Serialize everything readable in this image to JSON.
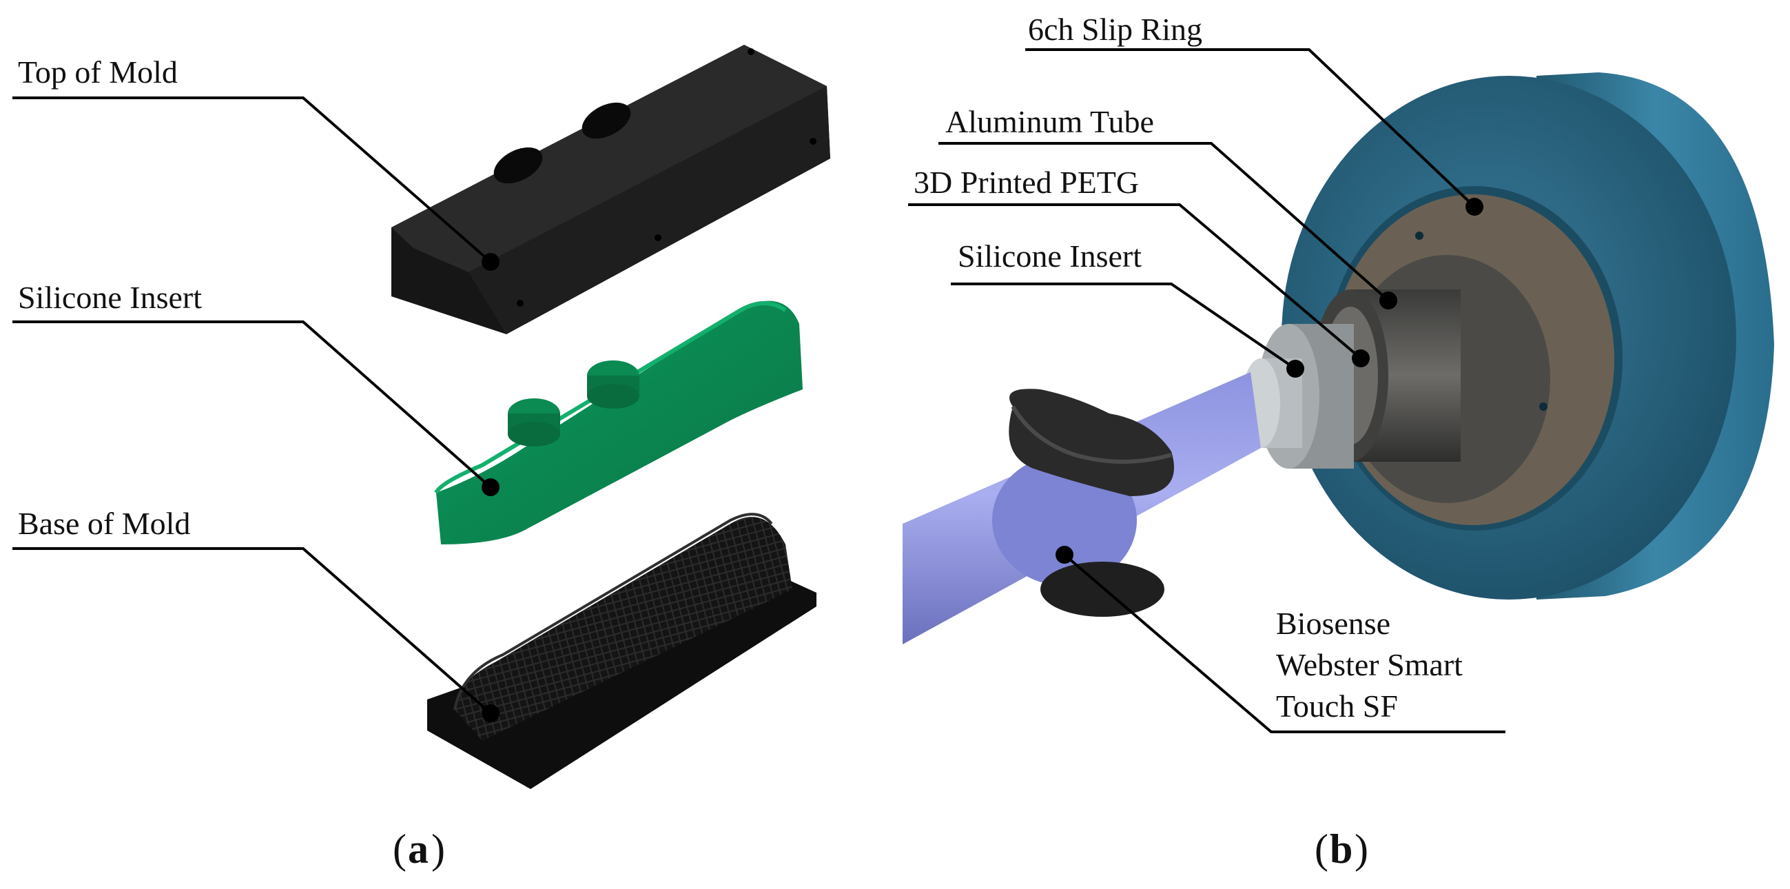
{
  "panels": [
    {
      "id": "a",
      "caption": "a",
      "labels": {
        "top_of_mold": "Top of Mold",
        "silicone_insert": "Silicone Insert",
        "base_of_mold": "Base of Mold"
      }
    },
    {
      "id": "b",
      "caption": "b",
      "labels": {
        "slip_ring": "6ch Slip Ring",
        "aluminum_tube": "Aluminum Tube",
        "petg": "3D Printed PETG",
        "silicone_insert": "Silicone Insert",
        "catheter_line1": "Biosense",
        "catheter_line2": "Webster Smart",
        "catheter_line3": "Touch SF"
      }
    }
  ],
  "colors": {
    "mold": "#1b1b1b",
    "silicone": "#0f8a55",
    "slip_ring": "#2b6f90",
    "aluminum": "#5a5a58",
    "petg": "#9fa4a6",
    "catheter": "#8c93d8",
    "knob": "#2b2b2b"
  }
}
